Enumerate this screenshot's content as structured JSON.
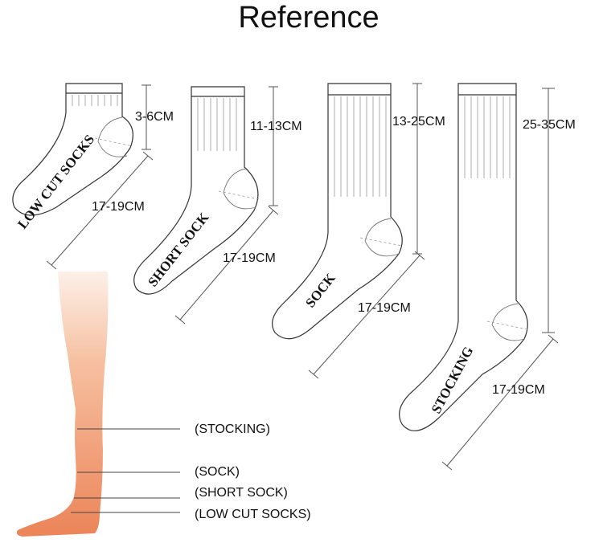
{
  "title": "Reference",
  "socks": [
    {
      "name": "LOW CUT SOCKS",
      "height_label": "3-6CM",
      "foot_label": "17-19CM"
    },
    {
      "name": "SHORT SOCK",
      "height_label": "11-13CM",
      "foot_label": "17-19CM"
    },
    {
      "name": "SOCK",
      "height_label": "13-25CM",
      "foot_label": "17-19CM"
    },
    {
      "name": "STOCKING",
      "height_label": "25-35CM",
      "foot_label": "17-19CM"
    }
  ],
  "legend": {
    "stocking": "(STOCKING)",
    "sock": "(SOCK)",
    "short_sock": "(SHORT SOCK)",
    "low_cut": "(LOW CUT SOCKS)"
  },
  "colors": {
    "leg_top": "#fbe3d4",
    "leg_bottom": "#ee8a5e",
    "outline": "#333333"
  }
}
